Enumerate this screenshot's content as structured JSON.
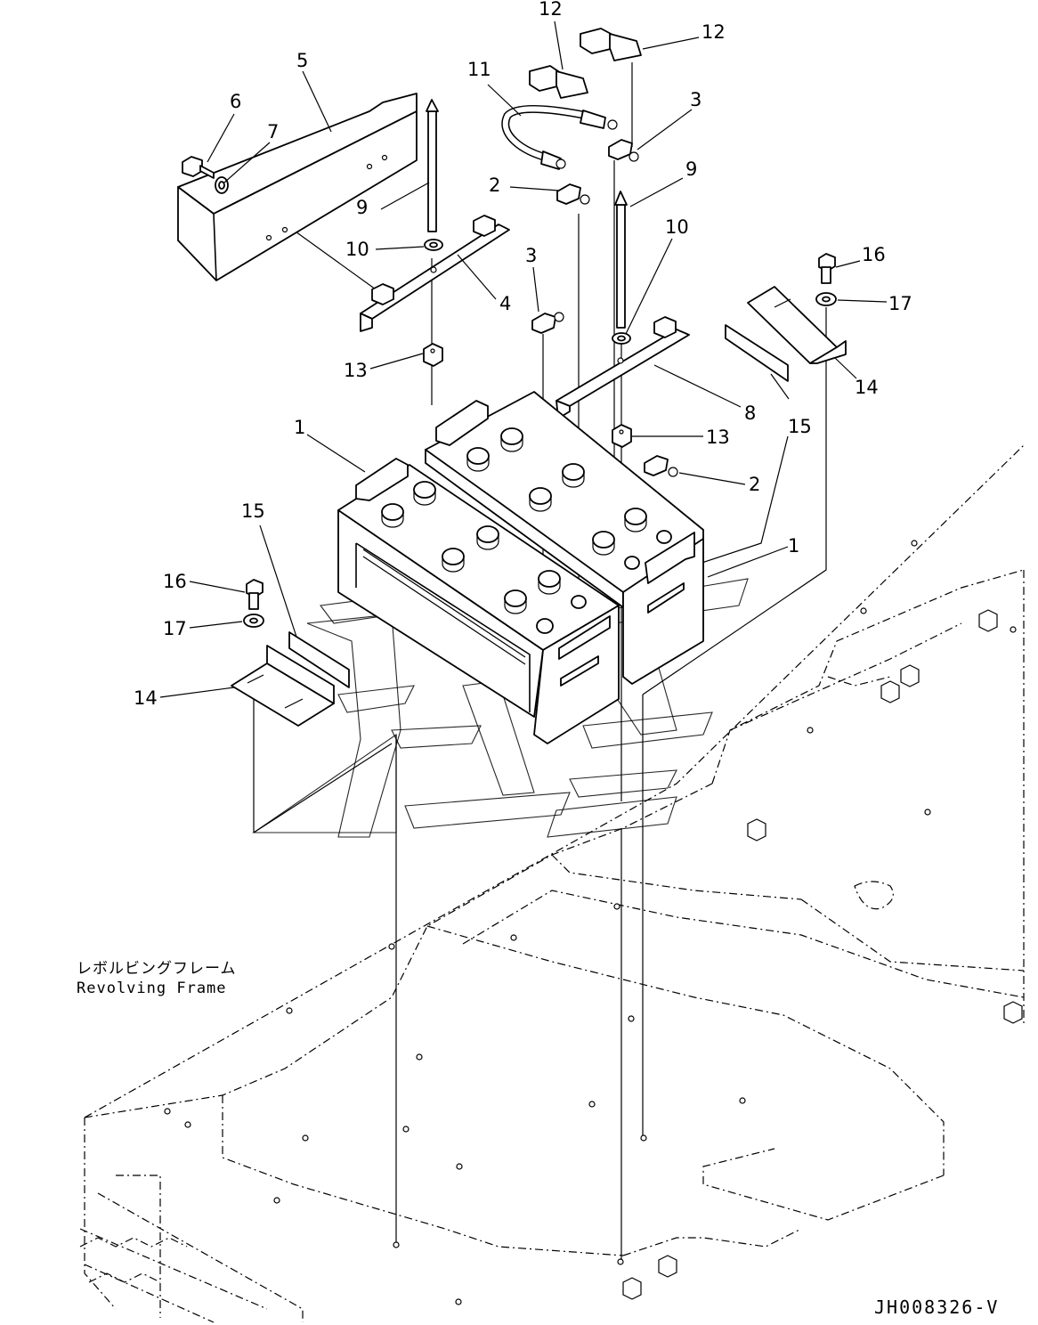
{
  "drawing_code": "JH008326-V",
  "frame_caption": {
    "japanese": "レボルビングフレーム",
    "english": "Revolving Frame"
  },
  "callouts": [
    {
      "number": "12",
      "part": "terminal-cover"
    },
    {
      "number": "12",
      "part": "terminal-cover"
    },
    {
      "number": "11",
      "part": "battery-cable"
    },
    {
      "number": "5",
      "part": "battery-cover"
    },
    {
      "number": "6",
      "part": "bolt"
    },
    {
      "number": "7",
      "part": "washer"
    },
    {
      "number": "3",
      "part": "terminal-clamp"
    },
    {
      "number": "9",
      "part": "hold-down-rod"
    },
    {
      "number": "2",
      "part": "terminal-clamp"
    },
    {
      "number": "9",
      "part": "hold-down-rod"
    },
    {
      "number": "10",
      "part": "washer"
    },
    {
      "number": "10",
      "part": "washer"
    },
    {
      "number": "4",
      "part": "hold-down-bracket"
    },
    {
      "number": "3",
      "part": "terminal-clamp"
    },
    {
      "number": "16",
      "part": "bolt"
    },
    {
      "number": "17",
      "part": "washer"
    },
    {
      "number": "14",
      "part": "battery-stopper"
    },
    {
      "number": "13",
      "part": "nut"
    },
    {
      "number": "8",
      "part": "hold-down-bracket"
    },
    {
      "number": "15",
      "part": "pad"
    },
    {
      "number": "13",
      "part": "nut"
    },
    {
      "number": "1",
      "part": "battery"
    },
    {
      "number": "2",
      "part": "terminal-clamp"
    },
    {
      "number": "15",
      "part": "pad"
    },
    {
      "number": "1",
      "part": "battery"
    },
    {
      "number": "16",
      "part": "bolt"
    },
    {
      "number": "17",
      "part": "washer"
    },
    {
      "number": "14",
      "part": "battery-stopper"
    }
  ]
}
